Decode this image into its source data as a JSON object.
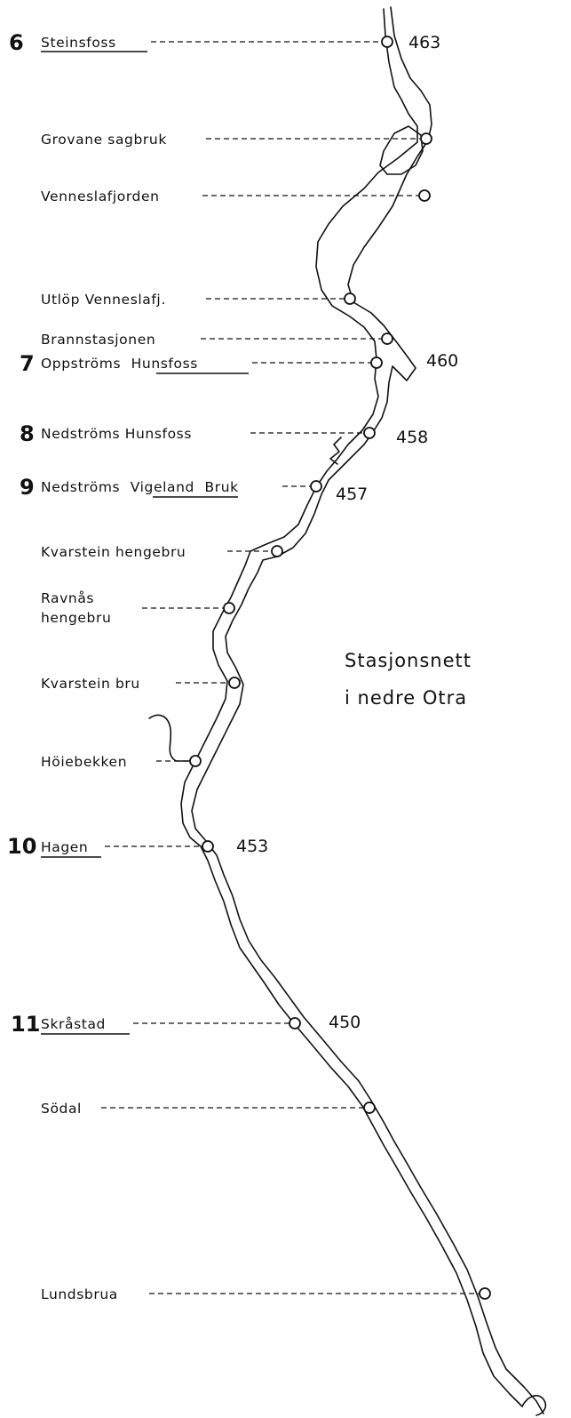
{
  "map": {
    "title_line1": "Stasjonsnett",
    "title_line2": "i nedre Otra",
    "stations": [
      {
        "id": "steinsfoss",
        "number": "6",
        "name": "Steinsfoss",
        "underlined": "Steinsfoss",
        "elevation": "463"
      },
      {
        "id": "grovane",
        "number": "",
        "name": "Grovane sagbruk",
        "elevation": ""
      },
      {
        "id": "venneslafjorden",
        "number": "",
        "name": "Venneslafjorden",
        "elevation": ""
      },
      {
        "id": "utlop",
        "number": "",
        "name": "Utlöp Venneslafj.",
        "elevation": ""
      },
      {
        "id": "brannstasjonen",
        "number": "",
        "name": "Brannstasjonen",
        "elevation": ""
      },
      {
        "id": "oppstroms",
        "number": "7",
        "name_prefix": "Oppströms",
        "name_main": "Hunsfoss",
        "elevation": "460"
      },
      {
        "id": "nedstroms-hunsfoss",
        "number": "8",
        "name": "Nedströms Hunsfoss",
        "elevation": "458"
      },
      {
        "id": "vigeland",
        "number": "9",
        "name_prefix": "Nedströms",
        "name_main": "Vigeland",
        "name_suffix": "Bruk",
        "elevation": "457"
      },
      {
        "id": "kvarstein-hengebru",
        "number": "",
        "name": "Kvarstein hengebru",
        "elevation": ""
      },
      {
        "id": "ravnas",
        "number": "",
        "name_line1": "Ravnås",
        "name_line2": "hengebru",
        "elevation": ""
      },
      {
        "id": "kvarstein-bru",
        "number": "",
        "name": "Kvarstein bru",
        "elevation": ""
      },
      {
        "id": "hoiebekken",
        "number": "",
        "name": "Höiebekken",
        "elevation": ""
      },
      {
        "id": "hagen",
        "number": "10",
        "name": "Hagen",
        "underlined": "Hagen",
        "elevation": "453"
      },
      {
        "id": "skrastad",
        "number": "11",
        "name": "Skråstad",
        "underlined": "Skråstad",
        "elevation": "450"
      },
      {
        "id": "sodal",
        "number": "",
        "name": "Södal",
        "elevation": ""
      },
      {
        "id": "lundsbrua",
        "number": "",
        "name": "Lundsbrua",
        "elevation": ""
      }
    ]
  }
}
